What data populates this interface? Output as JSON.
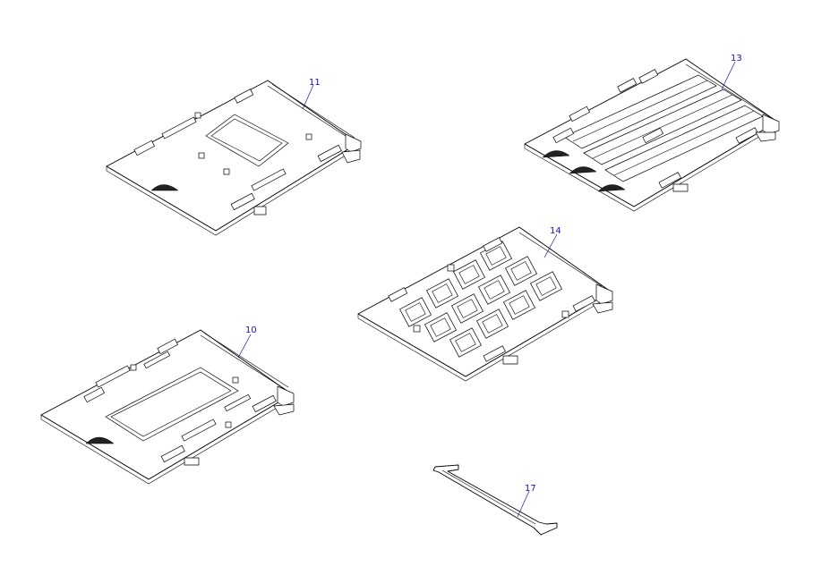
{
  "callouts": {
    "part_11": "11",
    "part_13": "13",
    "part_14": "14",
    "part_10": "10",
    "part_17": "17"
  },
  "colors": {
    "line": "#000000",
    "callout_text": "#1010c8",
    "background": "#ffffff"
  }
}
